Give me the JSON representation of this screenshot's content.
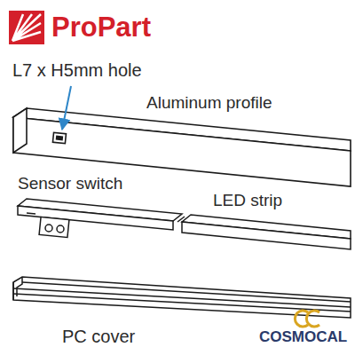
{
  "diagram": {
    "labels": [
      "ProPart",
      "L7 x H5mm hole",
      "Aluminum profile",
      "Sensor switch",
      "LED strip",
      "PC cover",
      "COSMOCAL"
    ]
  }
}
